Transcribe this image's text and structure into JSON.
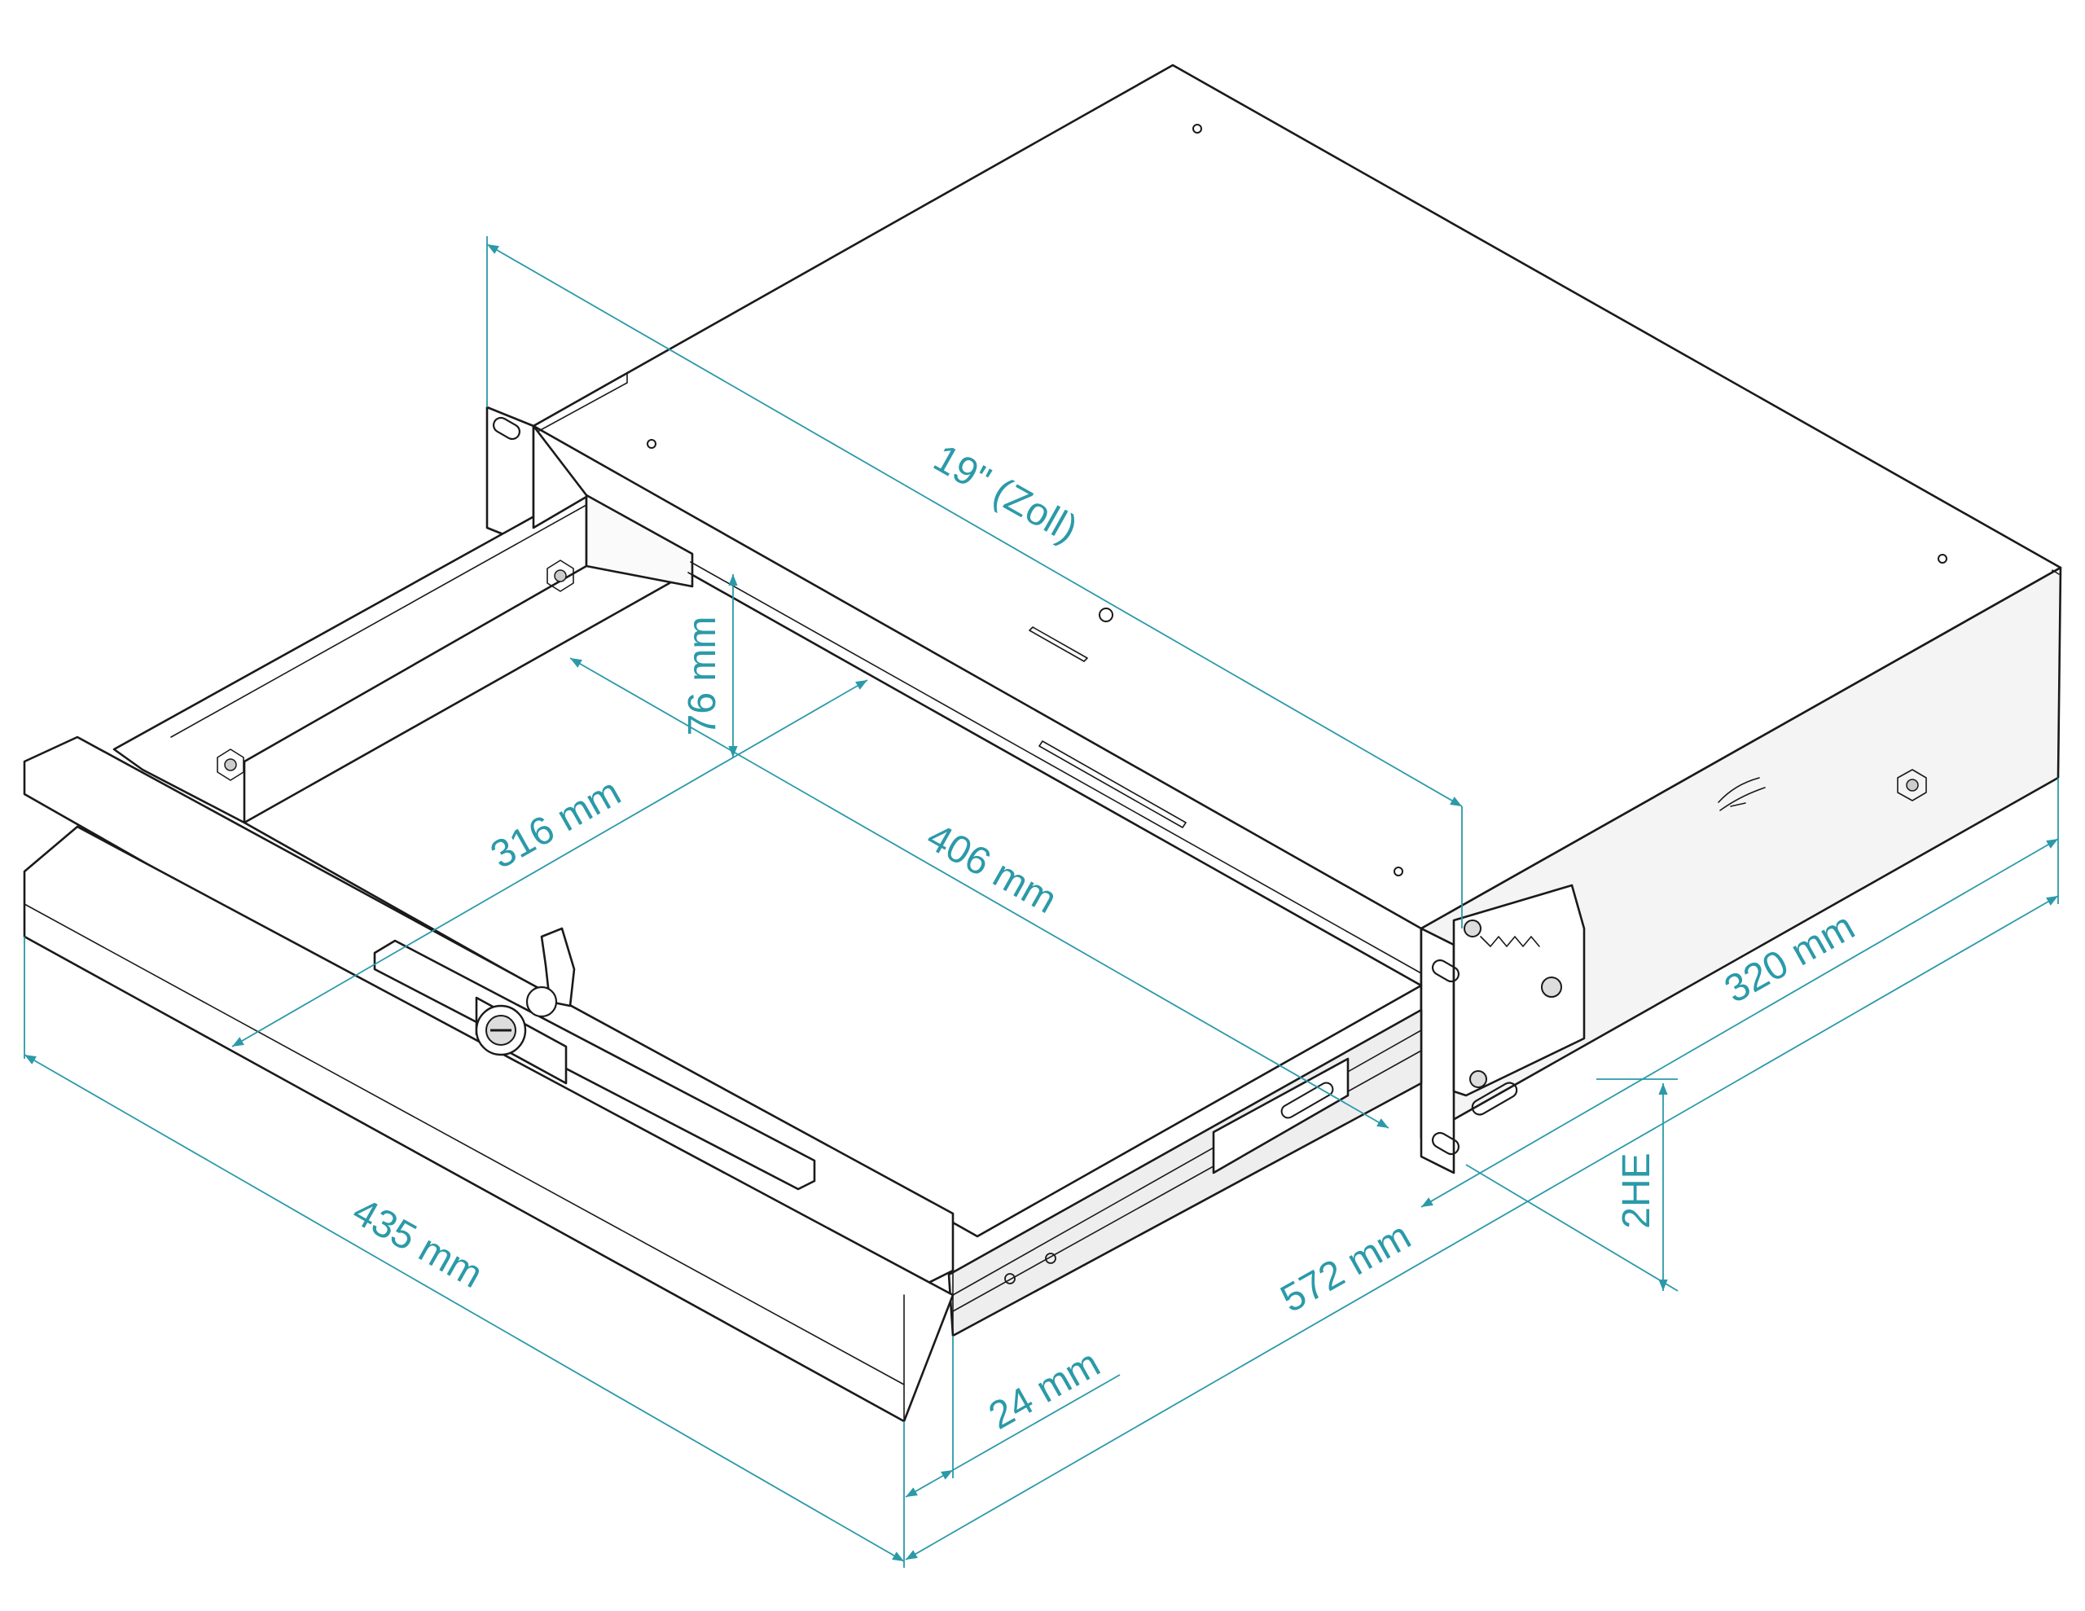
{
  "colors": {
    "line": "#1a1a1a",
    "dimension": "#2b9aa8",
    "background": "#ffffff",
    "face_top": "#ffffff",
    "face_shade": "#f2f2f2"
  },
  "dimensions": {
    "rack_width": "19\" (Zoll)",
    "inner_height": "76 mm",
    "inner_width": "316 mm",
    "inner_depth": "406 mm",
    "depth_extended": "320 mm",
    "outer_width": "435 mm",
    "total_depth": "572 mm",
    "front_offset": "24 mm",
    "height_units": "2HE"
  }
}
